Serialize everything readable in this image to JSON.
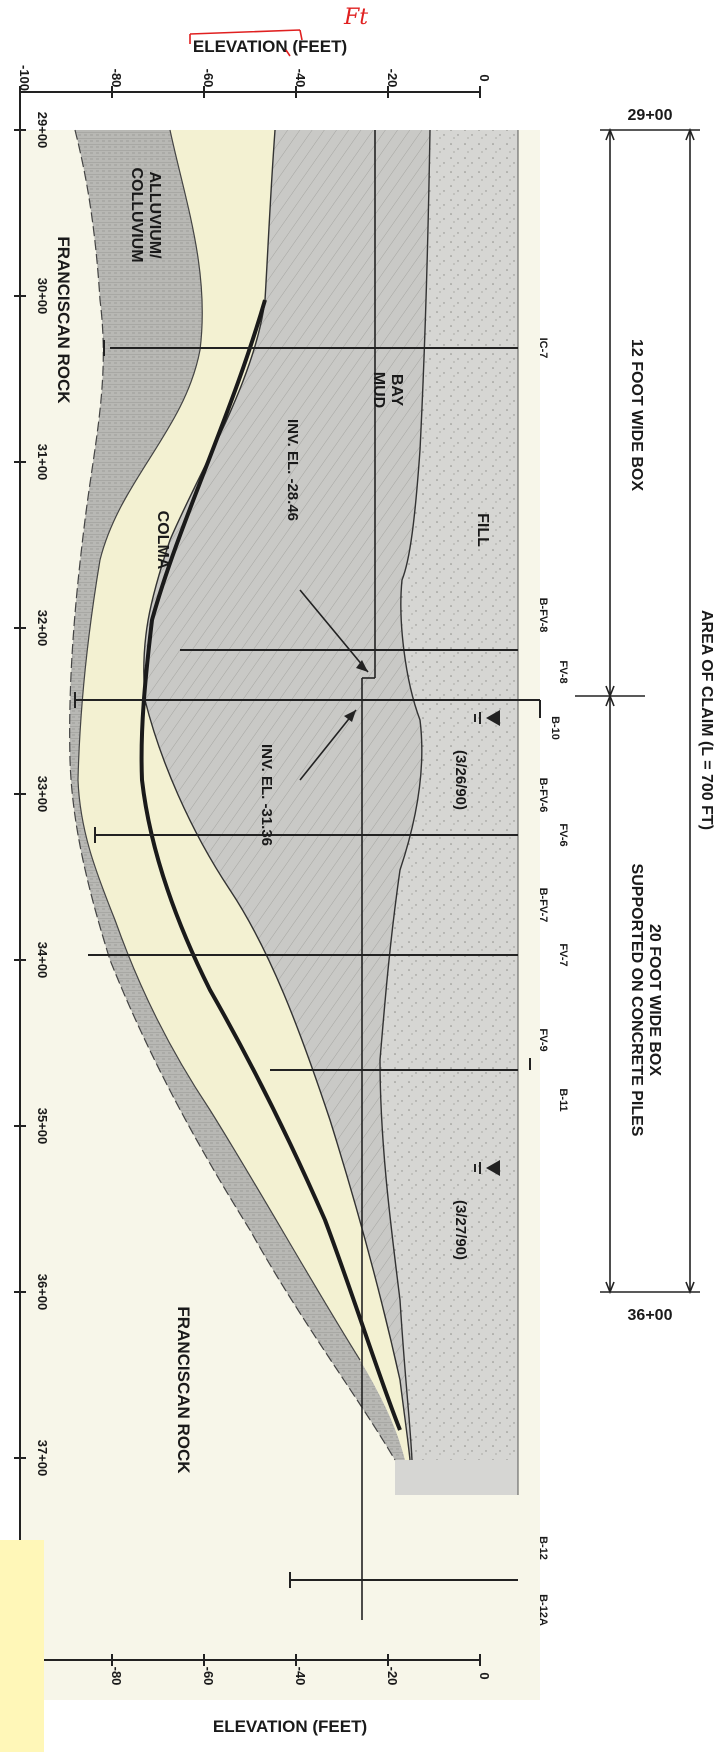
{
  "elevation_axis": {
    "label_top": "ELEVATION (FEET)",
    "label_bottom": "ELEVATION (FEET)",
    "handwritten_note": "Ft",
    "ticks_top": [
      "-100",
      "-80",
      "-60",
      "-40",
      "-20",
      "0"
    ],
    "ticks_bottom": [
      "-80",
      "-60",
      "-40",
      "-20",
      "0"
    ]
  },
  "stations": [
    "29+00",
    "30+00",
    "31+00",
    "32+00",
    "33+00",
    "34+00",
    "35+00",
    "36+00",
    "37+00"
  ],
  "claim": {
    "area_label": "AREA OF CLAIM (L = 700 FT)",
    "start_station": "29+00",
    "end_station": "36+00",
    "box12_label": "12 FOOT WIDE BOX",
    "box20_label_line1": "20 FOOT WIDE BOX",
    "box20_label_line2": "SUPPORTED ON CONCRETE PILES"
  },
  "strata": {
    "fill": "FILL",
    "bay_mud_line1": "BAY",
    "bay_mud_line2": "MUD",
    "colma": "COLMA",
    "alluvium_line1": "ALLUVIUM/",
    "alluvium_line2": "COLLUVIUM",
    "franciscan_lower": "FRANCISCAN ROCK",
    "franciscan_right": "FRANCISCAN ROCK"
  },
  "borings": {
    "ic7": "IC-7",
    "bfv8": "B-FV-8",
    "fv8": "FV-8",
    "b10": "B-10",
    "bfv6": "B-FV-6",
    "fv6": "FV-6",
    "bfv7": "B-FV-7",
    "fv7": "FV-7",
    "fv9": "FV-9",
    "b11": "B-11",
    "b12": "B-12",
    "b12a": "B-12A"
  },
  "invert": {
    "inv1": "INV. EL. -28.46",
    "inv2": "INV. EL. -31.36"
  },
  "groundwater": {
    "gw1": "(3/26/90)",
    "gw2": "(3/27/90)"
  },
  "colors": {
    "fill": "#d6d6d3",
    "bay_mud": "#c9c9c6",
    "colma": "#f3f1d2",
    "alluvium": "#b8b8b4",
    "franciscan": "#f7f6e9",
    "line": "#222222"
  }
}
